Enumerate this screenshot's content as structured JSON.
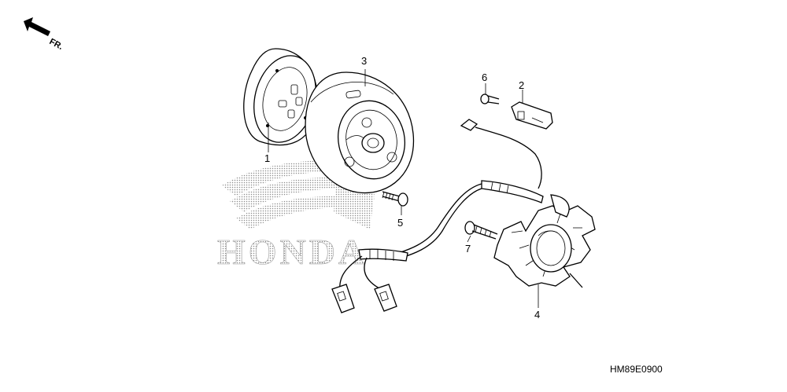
{
  "direction_label": "FR.",
  "watermark_text": "HONDA",
  "diagram_code": "HM89E0900",
  "callouts": {
    "c1": "1",
    "c2": "2",
    "c3": "3",
    "c4": "4",
    "c5": "5",
    "c6": "6",
    "c7": "7"
  },
  "colors": {
    "watermark": "#9a9a9a",
    "line": "#000000"
  }
}
